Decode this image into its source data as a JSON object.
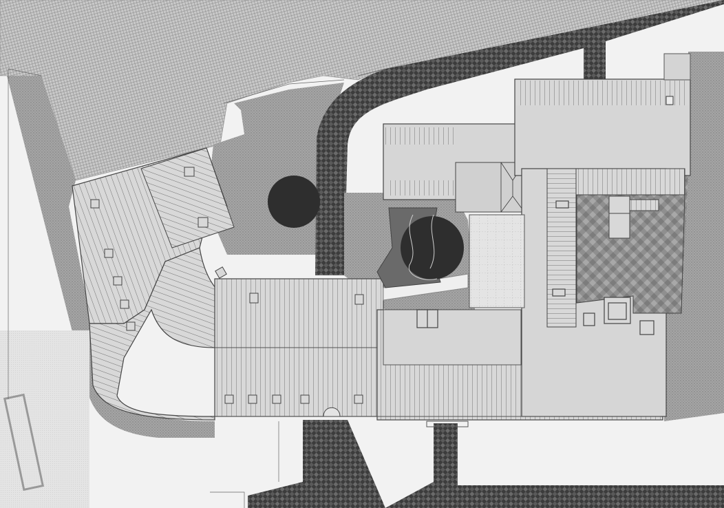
{
  "drawing": {
    "kind": "architectural site plan",
    "text_labels": []
  },
  "legend_colors": {
    "open_ground": "#f2f2f2",
    "light_hatch": "#bcbcbc",
    "mid_pavement": "#9a9a9a",
    "dark_path": "#3a3a3a",
    "roof_fill": "#d6d6d6",
    "roof_lines": "#555555",
    "tree": "#2e2e2e",
    "courtyard_grid": "#e2e2e2"
  },
  "features": {
    "roofs": [
      "west-wing-roof",
      "curved-wing-roof",
      "south-wing-roof",
      "northeast-block-roof",
      "east-block-roof",
      "central-block-roof"
    ],
    "trees": [
      "tree-north-courtyard",
      "tree-central-courtyard"
    ],
    "paths": [
      "dark-path-north",
      "dark-path-south"
    ]
  }
}
